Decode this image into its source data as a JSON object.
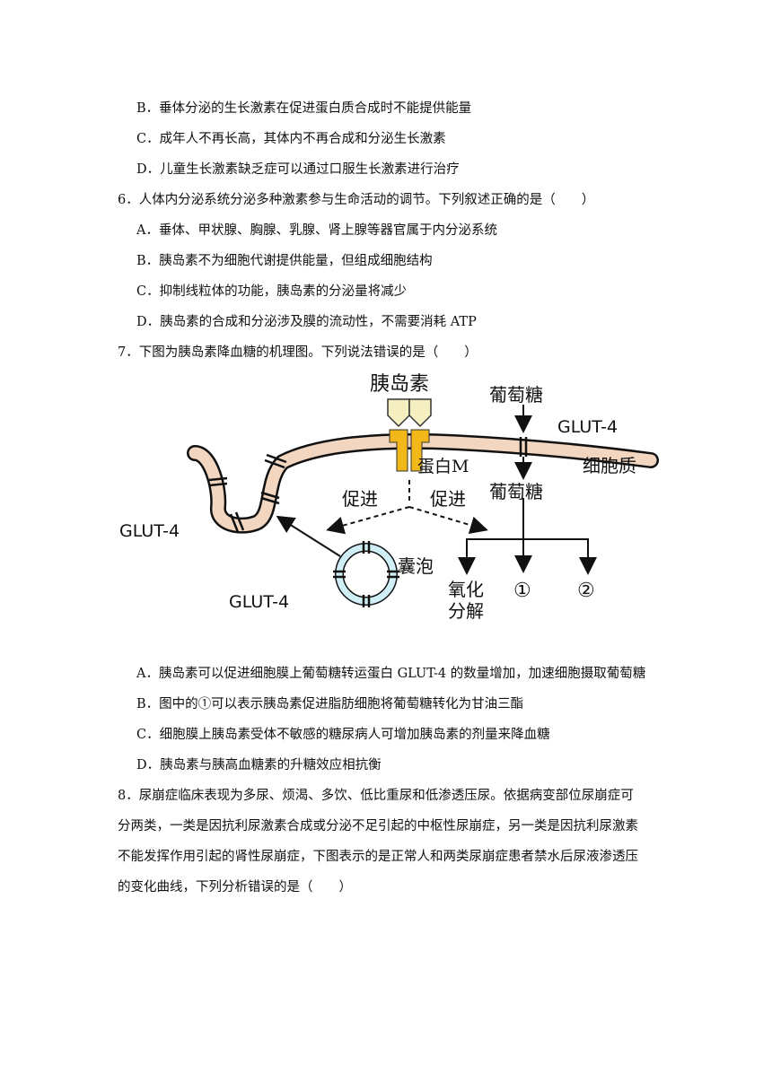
{
  "q5_tail": {
    "options": [
      "B．垂体分泌的生长激素在促进蛋白质合成时不能提供能量",
      "C．成年人不再长高，其体内不再合成和分泌生长激素",
      "D．儿童生长激素缺乏症可以通过口服生长激素进行治疗"
    ]
  },
  "q6": {
    "stem": "6．人体内分泌系统分泌多种激素参与生命活动的调节。下列叙述正确的是（　　）",
    "options": [
      "A．垂体、甲状腺、胸腺、乳腺、肾上腺等器官属于内分泌系统",
      "B．胰岛素不为细胞代谢提供能量，但组成细胞结构",
      "C．抑制线粒体的功能，胰岛素的分泌量将减少",
      "D．胰岛素的合成和分泌涉及膜的流动性，不需要消耗 ATP"
    ]
  },
  "q7": {
    "stem": "7．下图为胰岛素降血糖的机理图。下列说法错误的是（　　）",
    "diagram": {
      "insulin": "胰岛素",
      "glucose_out": "葡萄糖",
      "glut4_membrane": "GLUT-4",
      "protein_m": "蛋白M",
      "cytoplasm": "细胞质",
      "promote_left": "促进",
      "promote_right": "促进",
      "glucose_in": "葡萄糖",
      "glut4_left": "GLUT-4",
      "vesicle": "囊泡",
      "glut4_vesicle": "GLUT-4",
      "oxidation_1": "氧化",
      "oxidation_2": "分解",
      "branch_1": "①",
      "branch_2": "②"
    },
    "options": [
      "A．胰岛素可以促进细胞膜上葡萄糖转运蛋白 GLUT-4 的数量增加，加速细胞摄取葡萄糖",
      "B．图中的①可以表示胰岛素促进脂肪细胞将葡萄糖转化为甘油三酯",
      "C．细胞膜上胰岛素受体不敏感的糖尿病人可增加胰岛素的剂量来降血糖",
      "D．胰岛素与胰高血糖素的升糖效应相抗衡"
    ]
  },
  "q8": {
    "lines": [
      "8．尿崩症临床表现为多尿、烦渴、多饮、低比重尿和低渗透压尿。依据病变部位尿崩症可",
      "分两类，一类是因抗利尿激素合成或分泌不足引起的中枢性尿崩症，另一类是因抗利尿激素",
      "不能发挥作用引起的肾性尿崩症，下图表示的是正常人和两类尿崩症患者禁水后尿液渗透压",
      "的变化曲线，下列分析错误的是（　　）"
    ]
  }
}
